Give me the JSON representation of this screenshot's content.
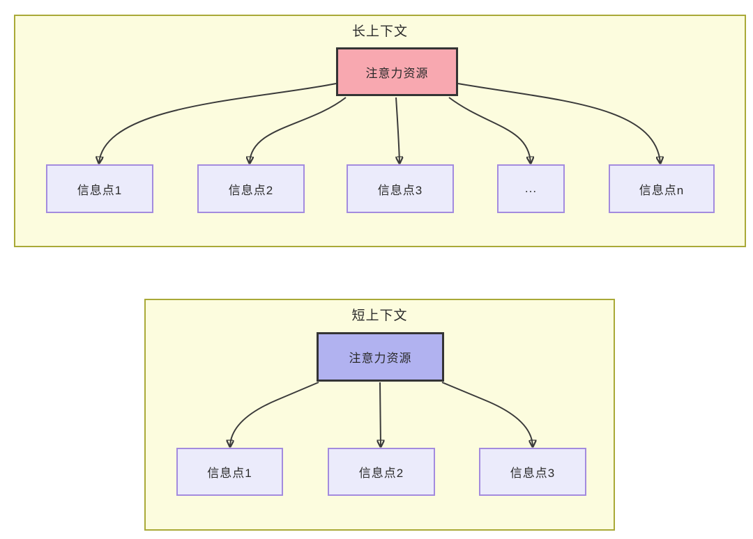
{
  "diagram": {
    "long_context": {
      "title": "长上下文",
      "source_label": "注意力资源",
      "items": [
        {
          "label": "信息点1"
        },
        {
          "label": "信息点2"
        },
        {
          "label": "信息点3"
        },
        {
          "label": "..."
        },
        {
          "label": "信息点n"
        }
      ]
    },
    "short_context": {
      "title": "短上下文",
      "source_label": "注意力资源",
      "items": [
        {
          "label": "信息点1"
        },
        {
          "label": "信息点2"
        },
        {
          "label": "信息点3"
        }
      ]
    },
    "colors": {
      "page_background": "#FFFFFF",
      "group_fill": "#FCFCDE",
      "group_border": "#A9A937",
      "long_source_fill": "#F8A8B0",
      "short_source_fill": "#B1B2F0",
      "source_border": "#343434",
      "info_fill": "#EBEBFB",
      "info_border": "#A38BDE",
      "arrow": "#3A3A3A",
      "text": "#2A2A2A"
    }
  }
}
